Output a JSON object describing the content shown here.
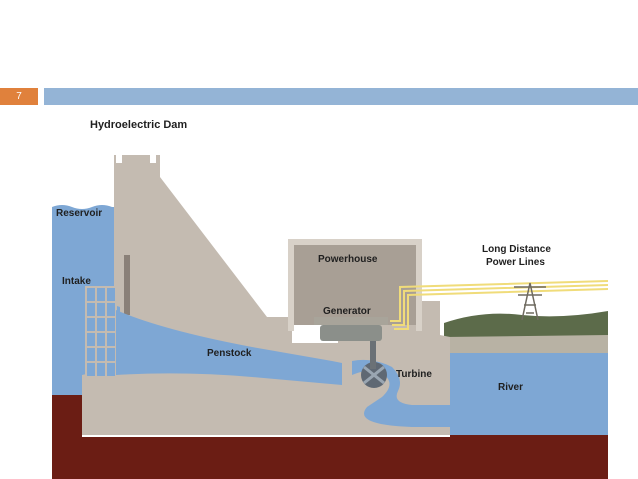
{
  "slide": {
    "number": "7"
  },
  "diagram": {
    "title": "Hydroelectric Dam",
    "labels": {
      "reservoir": "Reservoir",
      "intake": "Intake",
      "powerhouse": "Powerhouse",
      "generator": "Generator",
      "penstock": "Penstock",
      "turbine": "Turbine",
      "river": "River",
      "power_lines_line1": "Long Distance",
      "power_lines_line2": "Power Lines"
    },
    "colors": {
      "water": "#7ea7d4",
      "concrete": "#c4bbb1",
      "ground": "#6b1d14",
      "power_line": "#f0dc7a",
      "accent_bar": "#94b4d6",
      "badge": "#e0813c"
    }
  }
}
